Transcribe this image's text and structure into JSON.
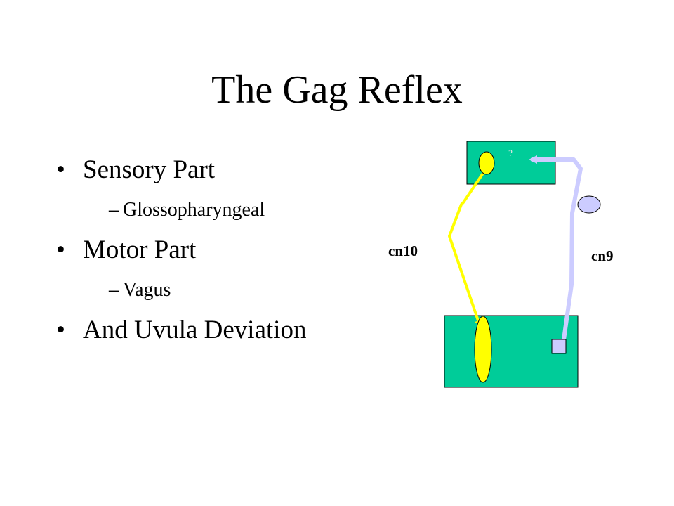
{
  "slide": {
    "title": "The Gag Reflex",
    "bullets": [
      {
        "level": 1,
        "marker": "•",
        "text": "Sensory Part"
      },
      {
        "level": 2,
        "marker": "–",
        "text": "Glossopharyngeal"
      },
      {
        "level": 1,
        "marker": "•",
        "text": "Motor Part"
      },
      {
        "level": 2,
        "marker": "–",
        "text": "Vagus"
      },
      {
        "level": 1,
        "marker": "•",
        "text": "And Uvula Deviation"
      }
    ]
  },
  "diagram": {
    "brainstem_label": "?",
    "left_nerve_label": "cn10",
    "right_nerve_label": "cn9",
    "colors": {
      "box_fill": "#00cc99",
      "vagus_path": "#ffff00",
      "glosso_path": "#ccccff",
      "ganglion": "#ccccff",
      "nucleus": "#ffff00"
    }
  }
}
